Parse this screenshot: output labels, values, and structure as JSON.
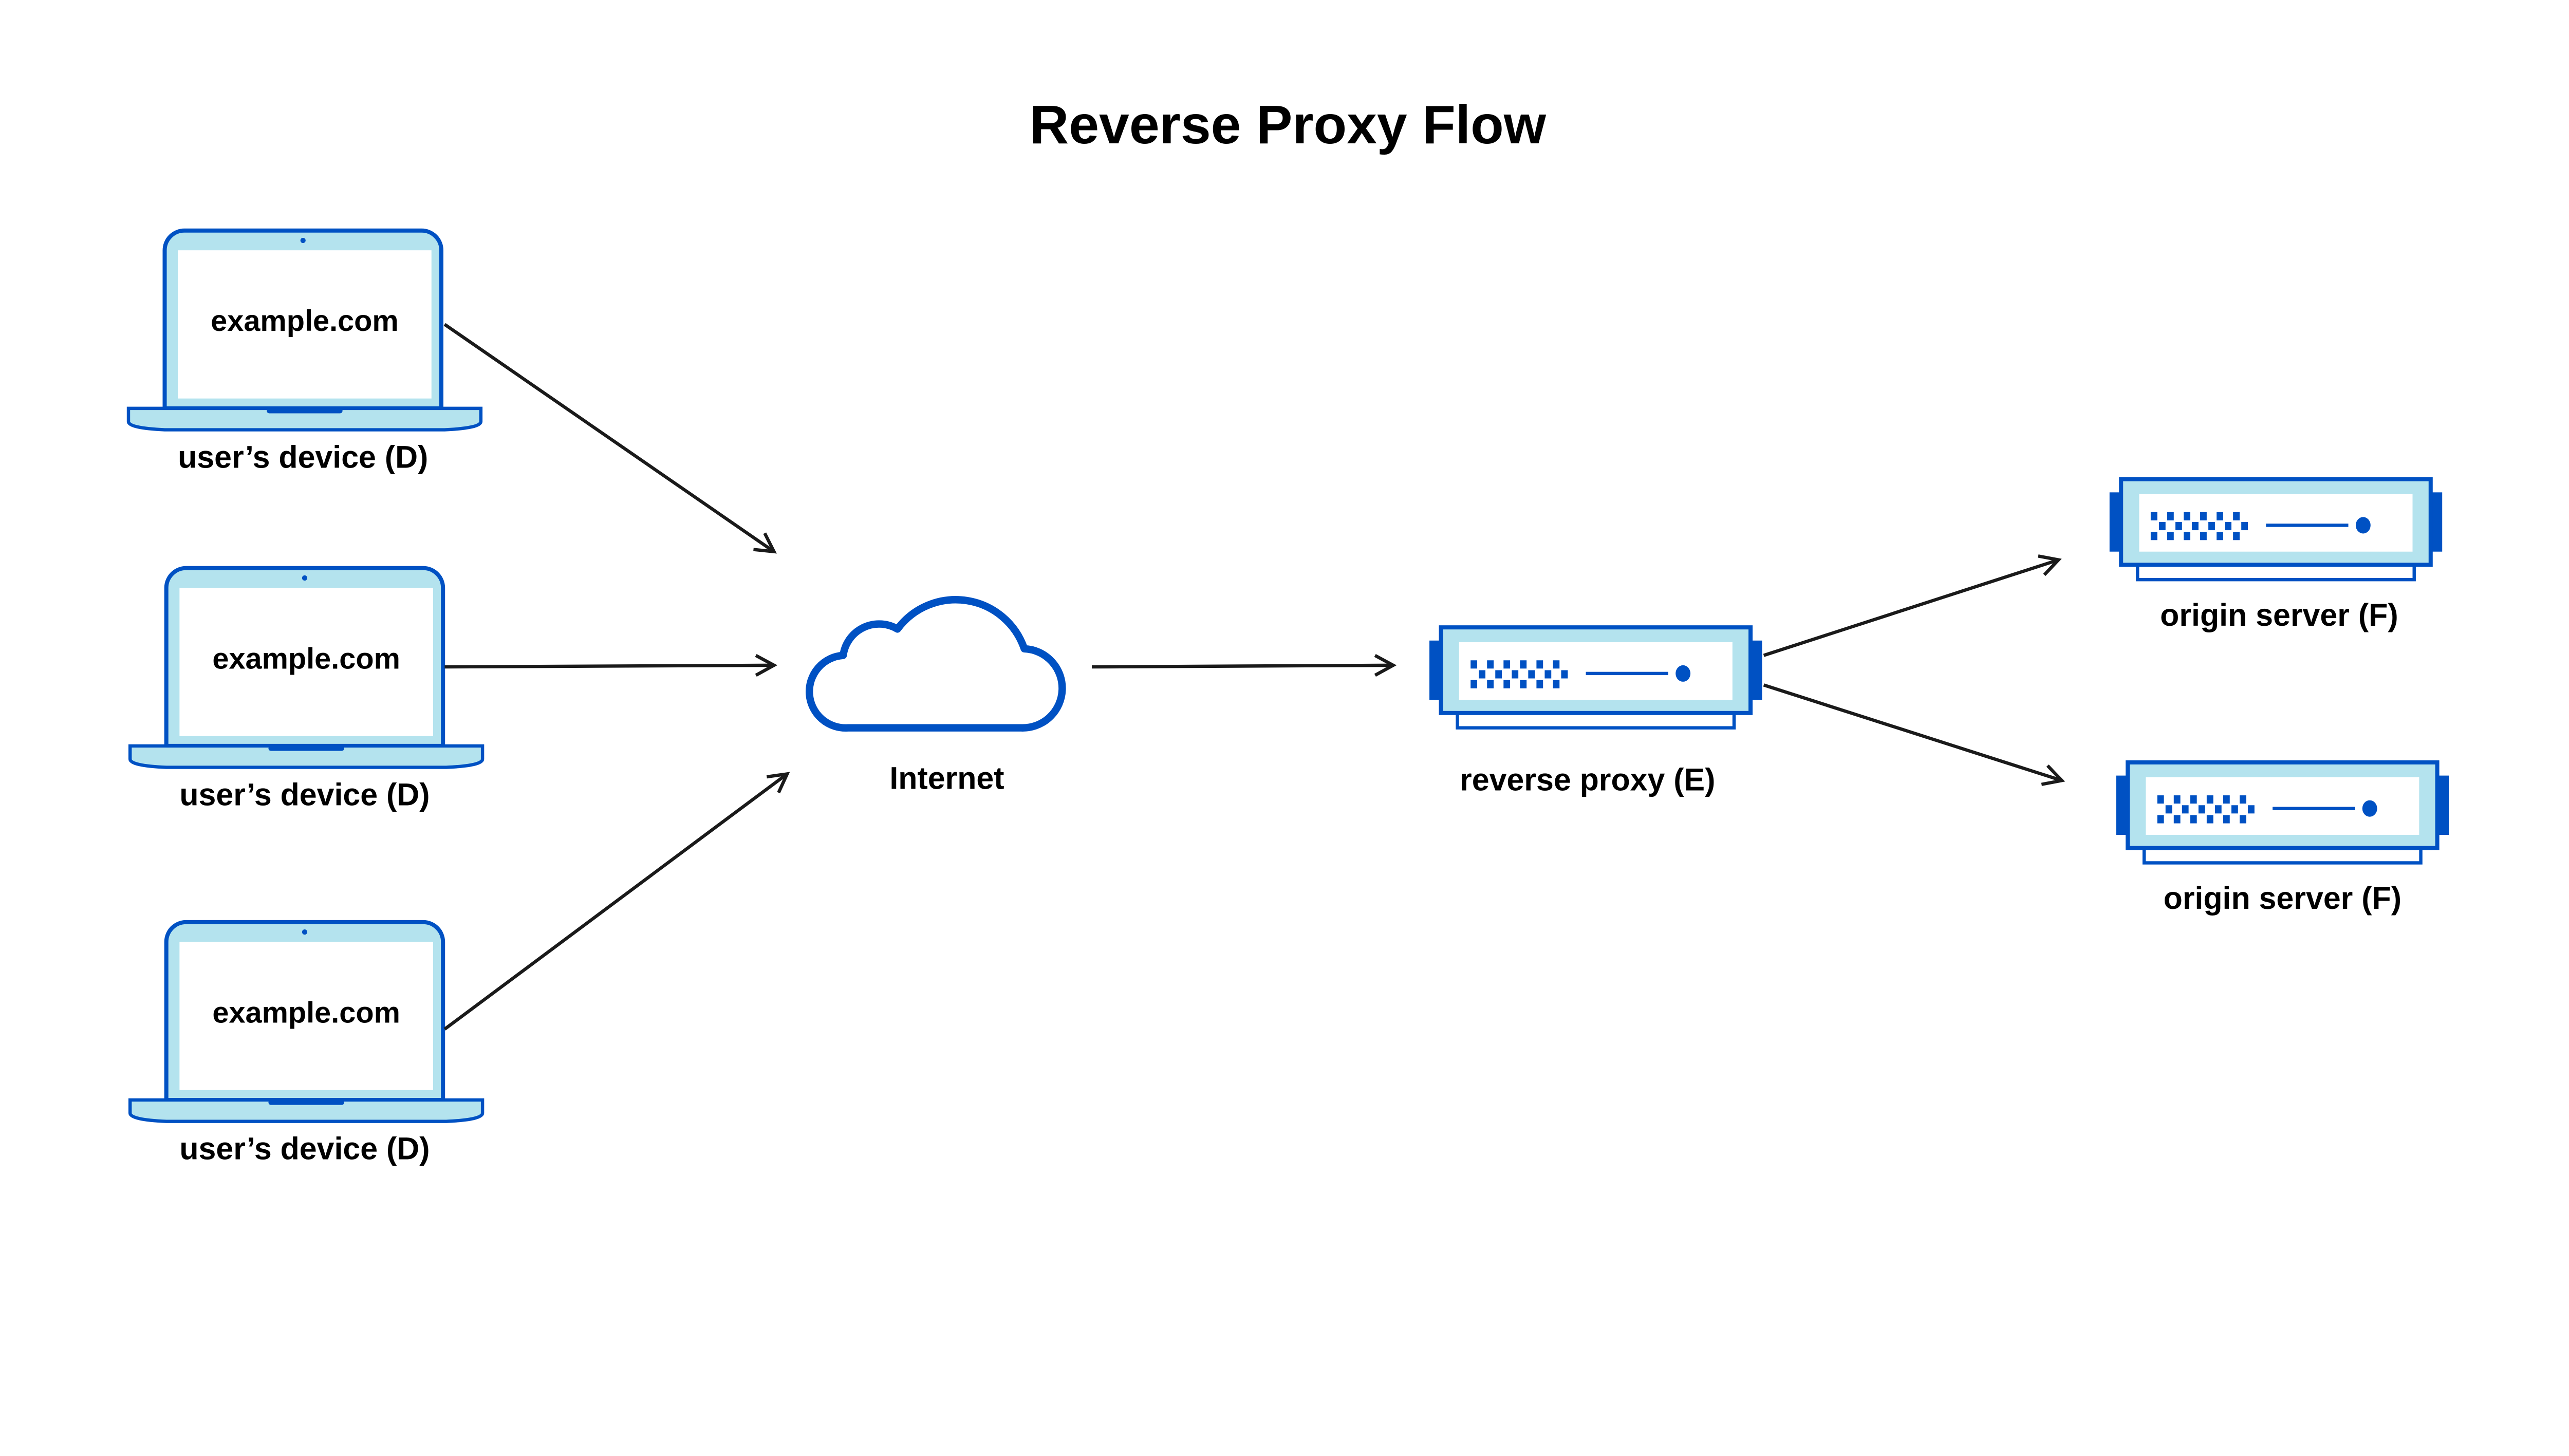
{
  "title": "Reverse Proxy Flow",
  "colors": {
    "accent": "#0051c3",
    "light": "#b4e3ee",
    "arrow": "#1a1a1a"
  },
  "devices": [
    {
      "screen": "example.com",
      "label": "user’s device (D)",
      "icon": "laptop-icon"
    },
    {
      "screen": "example.com",
      "label": "user’s device (D)",
      "icon": "laptop-icon"
    },
    {
      "screen": "example.com",
      "label": "user’s device (D)",
      "icon": "laptop-icon"
    }
  ],
  "internet": {
    "label": "Internet",
    "icon": "cloud-icon"
  },
  "proxy": {
    "label": "reverse proxy (E)",
    "icon": "server-icon"
  },
  "origins": [
    {
      "label": "origin server (F)",
      "icon": "server-icon"
    },
    {
      "label": "origin server (F)",
      "icon": "server-icon"
    }
  ]
}
